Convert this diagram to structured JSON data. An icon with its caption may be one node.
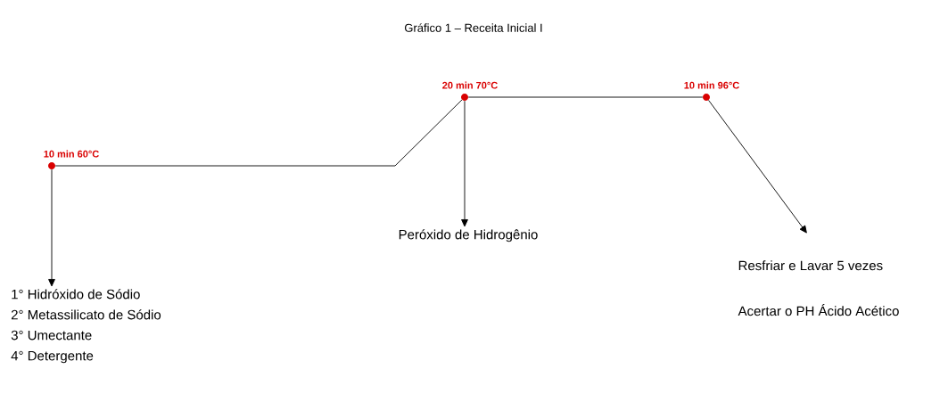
{
  "diagram": {
    "title": "Gráfico 1 – Receita Inicial I",
    "nodes": [
      {
        "text": [],
        "shape": "circle",
        "beside": [
          "10 min 60°C"
        ]
      },
      {
        "text": [],
        "shape": "circle",
        "beside": [
          "20 min 70°C"
        ]
      },
      {
        "text": [],
        "shape": "circle",
        "beside": [
          "10 min 96°C"
        ]
      },
      {
        "text": [
          "1° Hidróxido de Sódio",
          "2° Metassilicato de Sódio",
          "3° Umectante",
          "4° Detergente"
        ]
      },
      {
        "text": [
          "Peróxido de Hidrogênio"
        ]
      },
      {
        "text": [
          "Resfriar e Lavar 5 vezes",
          "Acertar o PH Ácido Acético"
        ]
      }
    ],
    "edges": [
      {
        "from": 0,
        "to": 1,
        "arrow": "none"
      },
      {
        "from": 1,
        "to": 2,
        "arrow": "none"
      },
      {
        "from": 0,
        "to": 3,
        "arrow": "to"
      },
      {
        "from": 1,
        "to": 4,
        "arrow": "to"
      },
      {
        "from": 2,
        "to": 5,
        "arrow": "to"
      }
    ]
  }
}
